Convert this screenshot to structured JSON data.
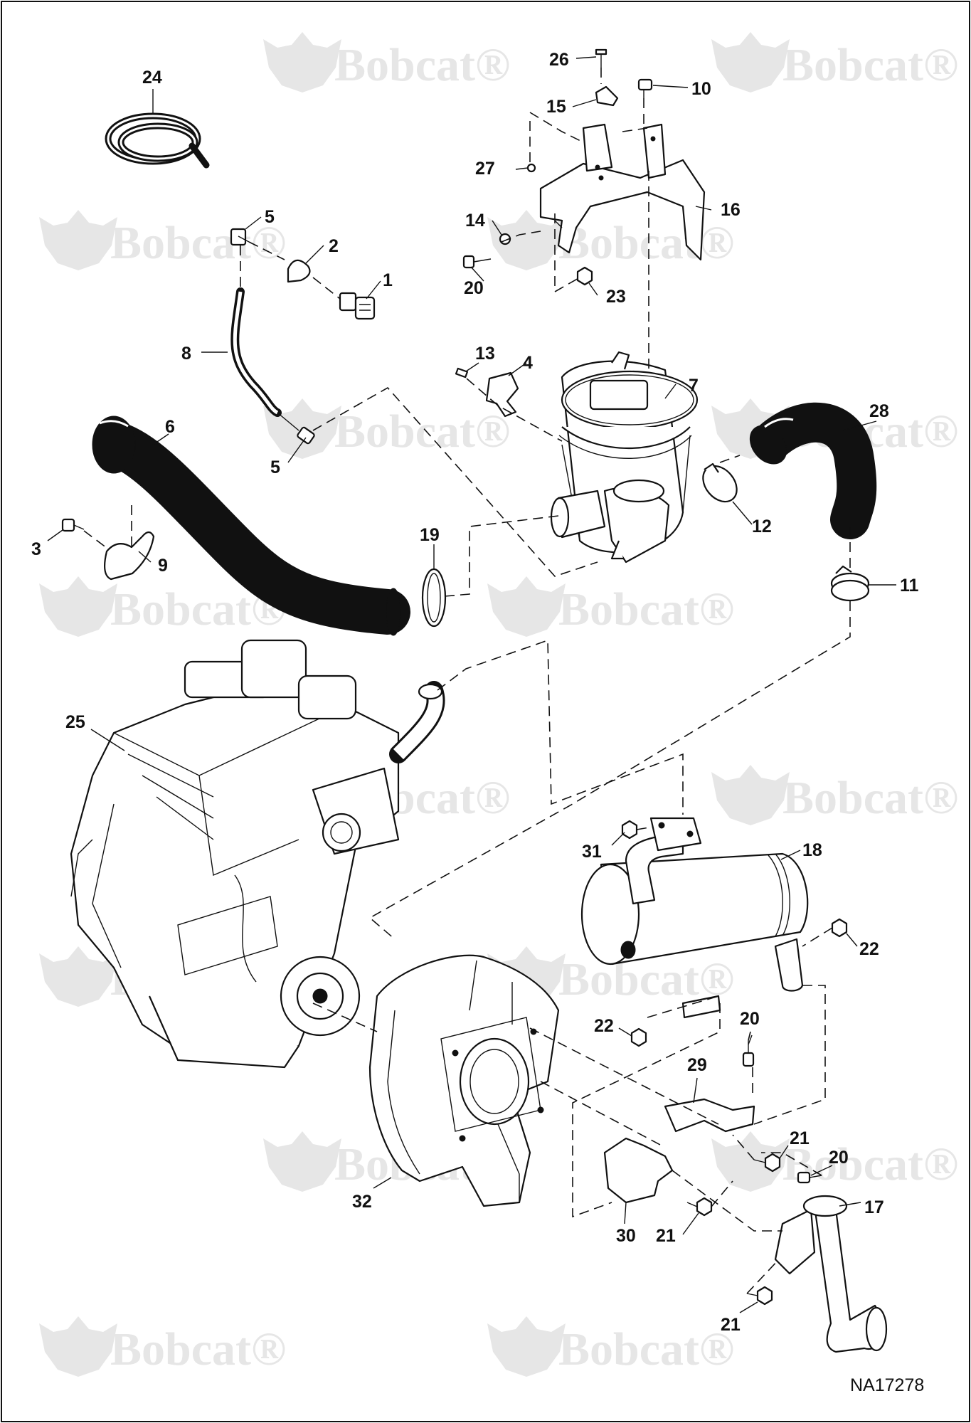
{
  "diagram": {
    "drawing_id": "NA17278",
    "watermark_text": "Bobcat",
    "watermark_symbol": "®",
    "colors": {
      "line": "#111111",
      "watermark": "#e6e6e6",
      "background": "#ffffff"
    },
    "callouts": [
      {
        "id": "c1",
        "label": "1"
      },
      {
        "id": "c2",
        "label": "2"
      },
      {
        "id": "c3",
        "label": "3"
      },
      {
        "id": "c4",
        "label": "4"
      },
      {
        "id": "c5a",
        "label": "5"
      },
      {
        "id": "c5b",
        "label": "5"
      },
      {
        "id": "c6",
        "label": "6"
      },
      {
        "id": "c7",
        "label": "7"
      },
      {
        "id": "c8",
        "label": "8"
      },
      {
        "id": "c9",
        "label": "9"
      },
      {
        "id": "c10",
        "label": "10"
      },
      {
        "id": "c11",
        "label": "11"
      },
      {
        "id": "c12",
        "label": "12"
      },
      {
        "id": "c13",
        "label": "13"
      },
      {
        "id": "c14",
        "label": "14"
      },
      {
        "id": "c15",
        "label": "15"
      },
      {
        "id": "c16",
        "label": "16"
      },
      {
        "id": "c17",
        "label": "17"
      },
      {
        "id": "c18",
        "label": "18"
      },
      {
        "id": "c19",
        "label": "19"
      },
      {
        "id": "c20a",
        "label": "20"
      },
      {
        "id": "c20b",
        "label": "20"
      },
      {
        "id": "c20c",
        "label": "20"
      },
      {
        "id": "c21a",
        "label": "21"
      },
      {
        "id": "c21b",
        "label": "21"
      },
      {
        "id": "c21c",
        "label": "21"
      },
      {
        "id": "c22a",
        "label": "22"
      },
      {
        "id": "c22b",
        "label": "22"
      },
      {
        "id": "c23",
        "label": "23"
      },
      {
        "id": "c24",
        "label": "24"
      },
      {
        "id": "c25",
        "label": "25"
      },
      {
        "id": "c26",
        "label": "26"
      },
      {
        "id": "c27",
        "label": "27"
      },
      {
        "id": "c28",
        "label": "28"
      },
      {
        "id": "c29",
        "label": "29"
      },
      {
        "id": "c30",
        "label": "30"
      },
      {
        "id": "c31",
        "label": "31"
      },
      {
        "id": "c32",
        "label": "32"
      }
    ]
  }
}
